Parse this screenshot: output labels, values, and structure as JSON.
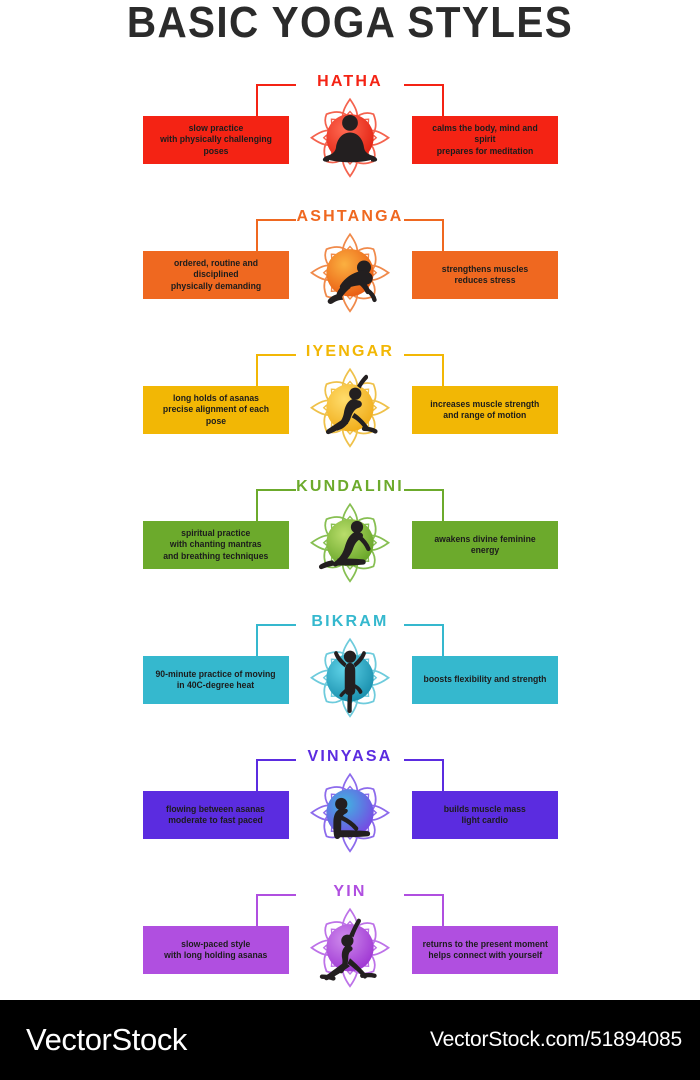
{
  "header": {
    "title": "BASIC YOGA STYLES"
  },
  "styles": [
    {
      "name": "HATHA",
      "color": "#F42314",
      "petal_color": "#F4634E",
      "circle_from": "#FF6A52",
      "circle_to": "#E01B0C",
      "pose": "lotus-meditation-pose",
      "left_text": "slow practice\nwith physically challenging poses",
      "right_text": "calms the body, mind and spirit\nprepares for meditation"
    },
    {
      "name": "ASHTANGA",
      "color": "#EF6820",
      "petal_color": "#F08A4B",
      "circle_from": "#FBB040",
      "circle_to": "#E8550F",
      "pose": "crow-pose",
      "left_text": "ordered, routine and disciplined\nphysically demanding",
      "right_text": "strengthens muscles\nreduces stress"
    },
    {
      "name": "IYENGAR",
      "color": "#F2B705",
      "petal_color": "#EFC14A",
      "circle_from": "#FFDC6B",
      "circle_to": "#EFA913",
      "pose": "low-lunge-pose",
      "left_text": "long holds of asanas\nprecise alignment of each pose",
      "right_text": "increases muscle strength\nand range of motion"
    },
    {
      "name": "KUNDALINI",
      "color": "#6CAA2C",
      "petal_color": "#87BF52",
      "circle_from": "#B9DD6B",
      "circle_to": "#5FA021",
      "pose": "kneeling-pose",
      "left_text": "spiritual practice\nwith chanting mantras\nand breathing techniques",
      "right_text": "awakens divine feminine energy"
    },
    {
      "name": "BIKRAM",
      "color": "#35B8CE",
      "petal_color": "#6ECBDC",
      "circle_from": "#5FD3E8",
      "circle_to": "#1389A8",
      "pose": "tree-pose",
      "left_text": "90-minute practice of moving\nin 40C-degree heat",
      "right_text": "boosts flexibility and strength"
    },
    {
      "name": "VINYASA",
      "color": "#5B2CE0",
      "petal_color": "#8D6BEC",
      "circle_from": "#3FB6E0",
      "circle_to": "#7B3FE4",
      "pose": "staff-pose",
      "left_text": "flowing between asanas\nmoderate to fast paced",
      "right_text": "builds muscle mass\nlight cardio"
    },
    {
      "name": "YIN",
      "color": "#B04FE0",
      "petal_color": "#BD72E8",
      "circle_from": "#CE8BEC",
      "circle_to": "#9B2FD1",
      "pose": "triangle-pose",
      "left_text": "slow-paced style\nwith long holding asanas",
      "right_text": "returns to the present moment\nhelps connect with yourself"
    }
  ],
  "footer": {
    "brand": "VectorStock",
    "url": "VectorStock.com/51894085"
  }
}
